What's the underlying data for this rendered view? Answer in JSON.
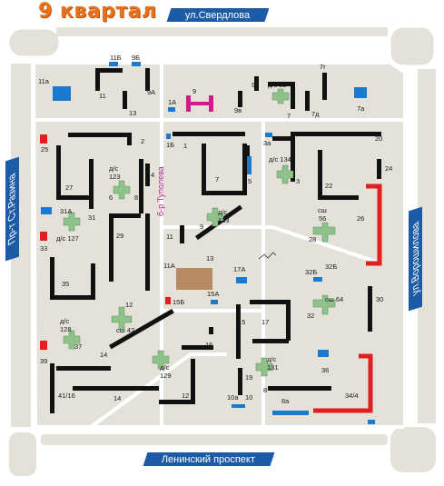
{
  "title": "9 квартал",
  "streets": {
    "top": "ул.Свердлова",
    "left": "Пр-т Ст.Разина",
    "right": "ул.Ворошилова",
    "bottom": "Ленинский проспект",
    "inner": "б-р Туполева"
  },
  "colors": {
    "page_bg": "#ffffff",
    "street_bg": "#1c5ba6",
    "block_bg": "#e4e1d8",
    "block_border": "#ffffff",
    "road_bg": "#ffffff",
    "building": "#111111",
    "building_red": "#e02020",
    "building_pink": "#d21a8c",
    "building_blue": "#1a7ad0",
    "kindergarten": "#8fc18a",
    "school": "#8fc18a",
    "plaza": "#b78a62",
    "title": "#e8701a",
    "label": "#1a1a1a",
    "label_accent": "#b0167a"
  },
  "labels": {
    "n1": "1",
    "n1a": "1А",
    "n1b": "1Б",
    "n2": "2",
    "n3": "3",
    "n3a": "3а",
    "n4": "4",
    "n5": "5",
    "n6": "6",
    "n7a": "7",
    "n7b": "7",
    "n7a2": "7а",
    "n7g": "7г",
    "n7d": "7д",
    "n8": "8",
    "n8b": "8",
    "n8a": "8а",
    "n9a": "9",
    "n9b": "9",
    "n9A": "9А",
    "n9B": "9Б",
    "n9v": "9в",
    "n9g": "9г",
    "n10": "10",
    "n10a": "10а",
    "n11": "11",
    "n11a": "11а",
    "n11b": "11",
    "n11A": "11А",
    "n11B": "11Б",
    "n12": "12",
    "n12b": "12",
    "n13": "13",
    "n13b": "13",
    "n14": "14",
    "n14b": "14",
    "n15": "15",
    "n15A": "15А",
    "n15B": "15Б",
    "n16": "16",
    "n17": "17",
    "n17A": "17А",
    "n19": "19",
    "n20": "20",
    "n22": "22",
    "n24": "24",
    "n25": "25",
    "n26": "26",
    "n27": "27",
    "n28": "28",
    "n29": "29",
    "n30": "30",
    "n31": "31",
    "n31A": "31А",
    "n32": "32",
    "n32B": "32Б",
    "n33": "33",
    "n34": "34/4",
    "n35": "35",
    "n36": "36",
    "n37": "37",
    "n39": "39",
    "n41": "41/16",
    "ds22": "д/с 22",
    "ds123": "д/с\n123",
    "ds133": "д/с\n133",
    "ds134": "д/с 134",
    "ds127": "д/с 127",
    "ds128": "д/с\n128",
    "ds129": "д/с\n129",
    "ds131": "д/с\n131",
    "sh56": "сш\n56",
    "sh64": "сш 64",
    "sh47": "сш 47"
  }
}
